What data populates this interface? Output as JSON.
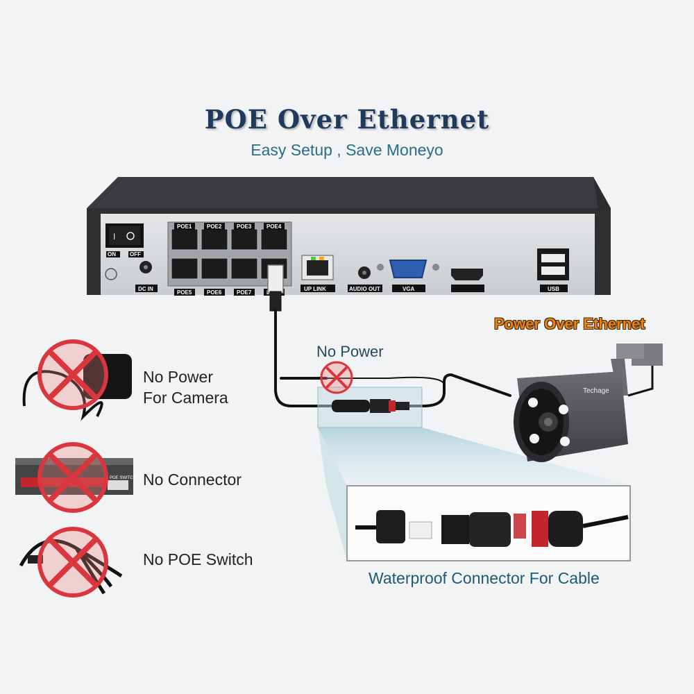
{
  "header": {
    "title": "POE Over Ethernet",
    "subtitle": "Easy Setup , Save Moneyo"
  },
  "nvr": {
    "power_switch": {
      "on": "ON",
      "off": "OFF"
    },
    "ports": {
      "top": [
        "POE1",
        "POE2",
        "POE3",
        "POE4"
      ],
      "bottom": [
        "POE5",
        "POE6",
        "POE7",
        "8"
      ],
      "dc_in": "DC IN",
      "uplink": "UP LINK",
      "audio_out": "AUDIO OUT",
      "vga": "VGA",
      "usb": "USB"
    }
  },
  "camera": {
    "brand": "Techage",
    "feature_label": "Power Over Ethernet"
  },
  "cable": {
    "no_power_label": "No Power",
    "detail_caption": "Waterproof Connector For Cable"
  },
  "not_needed": [
    {
      "line1": "No Power",
      "line2": "For Camera",
      "icon": "power-adapter-icon"
    },
    {
      "line1": "No Connector",
      "line2": "",
      "icon": "ethernet-switch-icon"
    },
    {
      "line1": "No POE Switch",
      "line2": "",
      "icon": "splitter-cable-icon"
    }
  ],
  "switch_badge": "POE SWITCH",
  "colors": {
    "title": "#1f3a5c",
    "subtitle": "#2a6e86",
    "poe_accent": "#f07f10",
    "cross_red": "#d9363e"
  }
}
